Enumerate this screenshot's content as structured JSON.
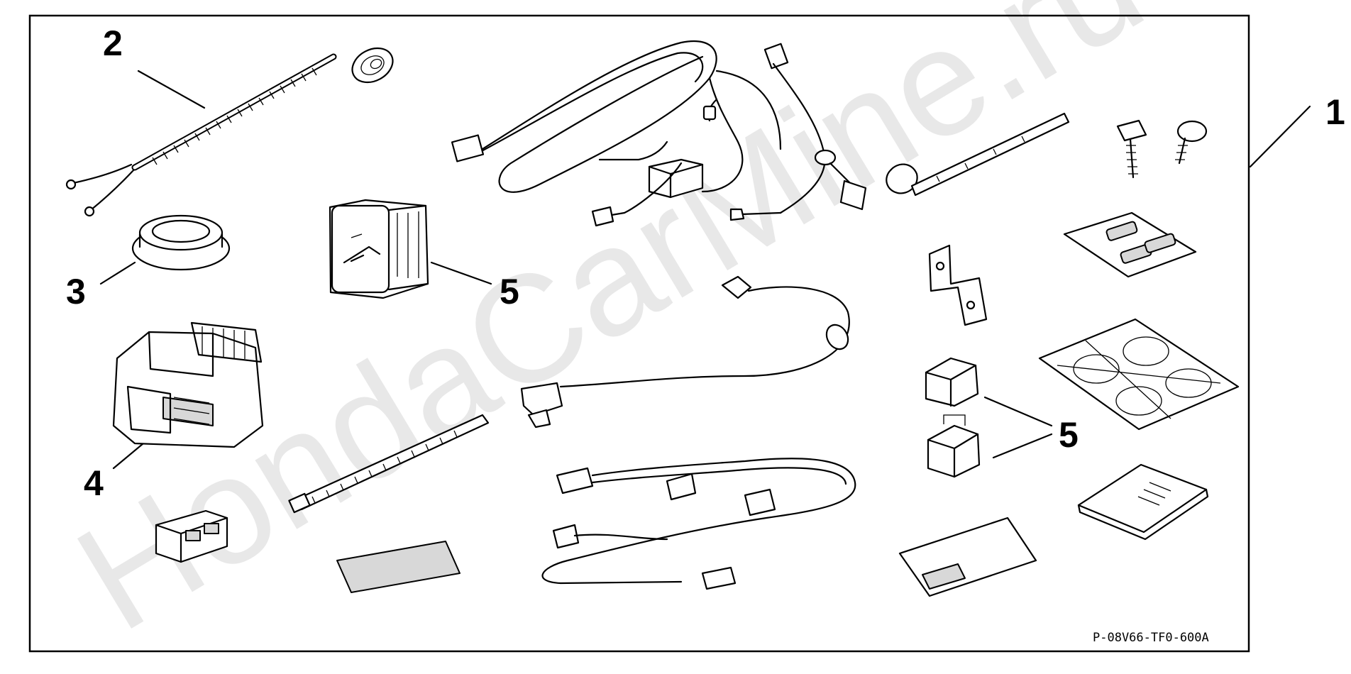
{
  "diagram": {
    "watermark": "HondaCarMine.ru",
    "part_code": "P-08V66-TF0-600A",
    "callouts": {
      "kit": "1",
      "wire_harness": "2",
      "grommet": "3",
      "sensor": "4",
      "switch": "5",
      "clips": "5"
    }
  }
}
